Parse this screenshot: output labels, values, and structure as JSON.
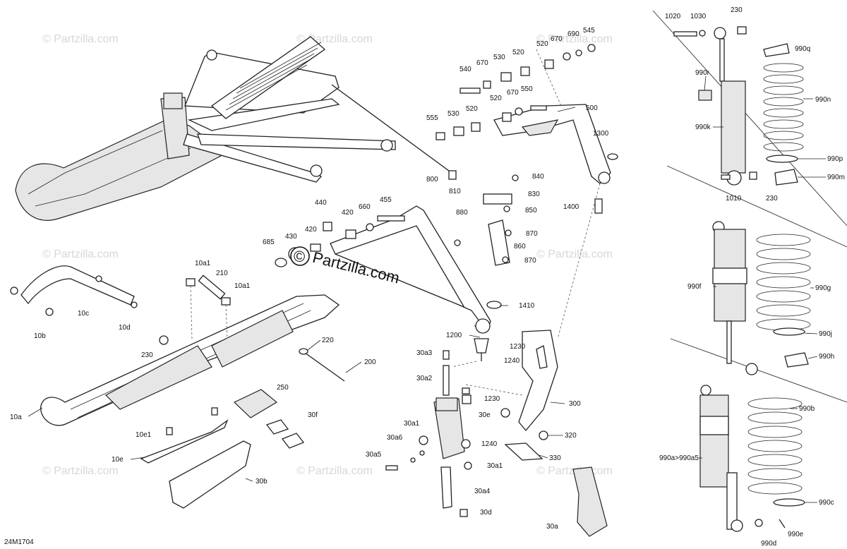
{
  "diagram_code": "24M1704",
  "watermark_text": "© Partzilla.com",
  "brand_text": "Partzilla.com",
  "brand_symbol": "©",
  "callouts": {
    "p1020": "1020",
    "p1030": "1030",
    "p230a": "230",
    "p990q": "990q",
    "p990r": "990r",
    "p990n": "990n",
    "p990k": "990k",
    "p990p": "990p",
    "p990m": "990m",
    "p1010": "1010",
    "p230b": "230",
    "p540": "540",
    "p670a": "670",
    "p530a": "530",
    "p520a": "520",
    "p520b": "520",
    "p670b": "670",
    "p690": "690",
    "p545": "545",
    "p555": "555",
    "p530b": "530",
    "p520c": "520",
    "p520d": "520",
    "p670c": "670",
    "p550": "550",
    "p500": "500",
    "p1300": "1300",
    "p800": "800",
    "p810": "810",
    "p840": "840",
    "p830": "830",
    "p850": "850",
    "p880": "880",
    "p1400": "1400",
    "p870a": "870",
    "p860": "860",
    "p870b": "870",
    "p440": "440",
    "p420a": "420",
    "p660": "660",
    "p455": "455",
    "p420b": "420",
    "p430": "430",
    "p685": "685",
    "p1410": "1410",
    "p1200": "1200",
    "p10a1a": "10a1",
    "p210": "210",
    "p10a1b": "10a1",
    "p10c": "10c",
    "p10d": "10d",
    "p10b": "10b",
    "p230c": "230",
    "p220": "220",
    "p200": "200",
    "p250": "250",
    "p10a": "10a",
    "p30f": "30f",
    "p10e1": "10e1",
    "p10e": "10e",
    "p30b": "30b",
    "p30a3": "30a3",
    "p1230a": "1230",
    "p1240a": "1240",
    "p30a2": "30a2",
    "p1230b": "1230",
    "p30e": "30e",
    "p300": "300",
    "p30a1a": "30a1",
    "p320": "320",
    "p30a6": "30a6",
    "p1240b": "1240",
    "p330": "330",
    "p30a5": "30a5",
    "p30a1b": "30a1",
    "p30a4": "30a4",
    "p30d": "30d",
    "p30a": "30a",
    "p990f": "990f",
    "p990g": "990g",
    "p990j": "990j",
    "p990h": "990h",
    "p990b": "990b",
    "p990a_a5": "990a>990a5",
    "p990c": "990c",
    "p990e": "990e",
    "p990d": "990d"
  }
}
